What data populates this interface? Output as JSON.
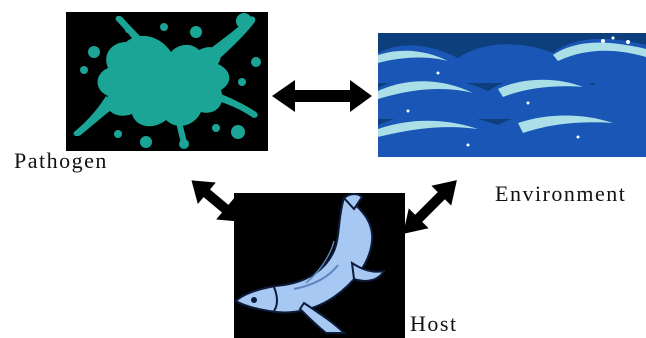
{
  "labels": {
    "pathogen": "Pathogen",
    "environment": "Environment",
    "host": "Host"
  },
  "icons": {
    "pathogen": "paint-splash-icon",
    "environment": "ocean-waves-icon",
    "host": "fish-icon",
    "arrows": "double-headed-arrow-icon"
  },
  "colors": {
    "splash": "#1aa596",
    "wave_dark": "#1a56b6",
    "wave_light": "#aadfe8",
    "fish": "#a6c8f2",
    "arrow": "#000000"
  }
}
